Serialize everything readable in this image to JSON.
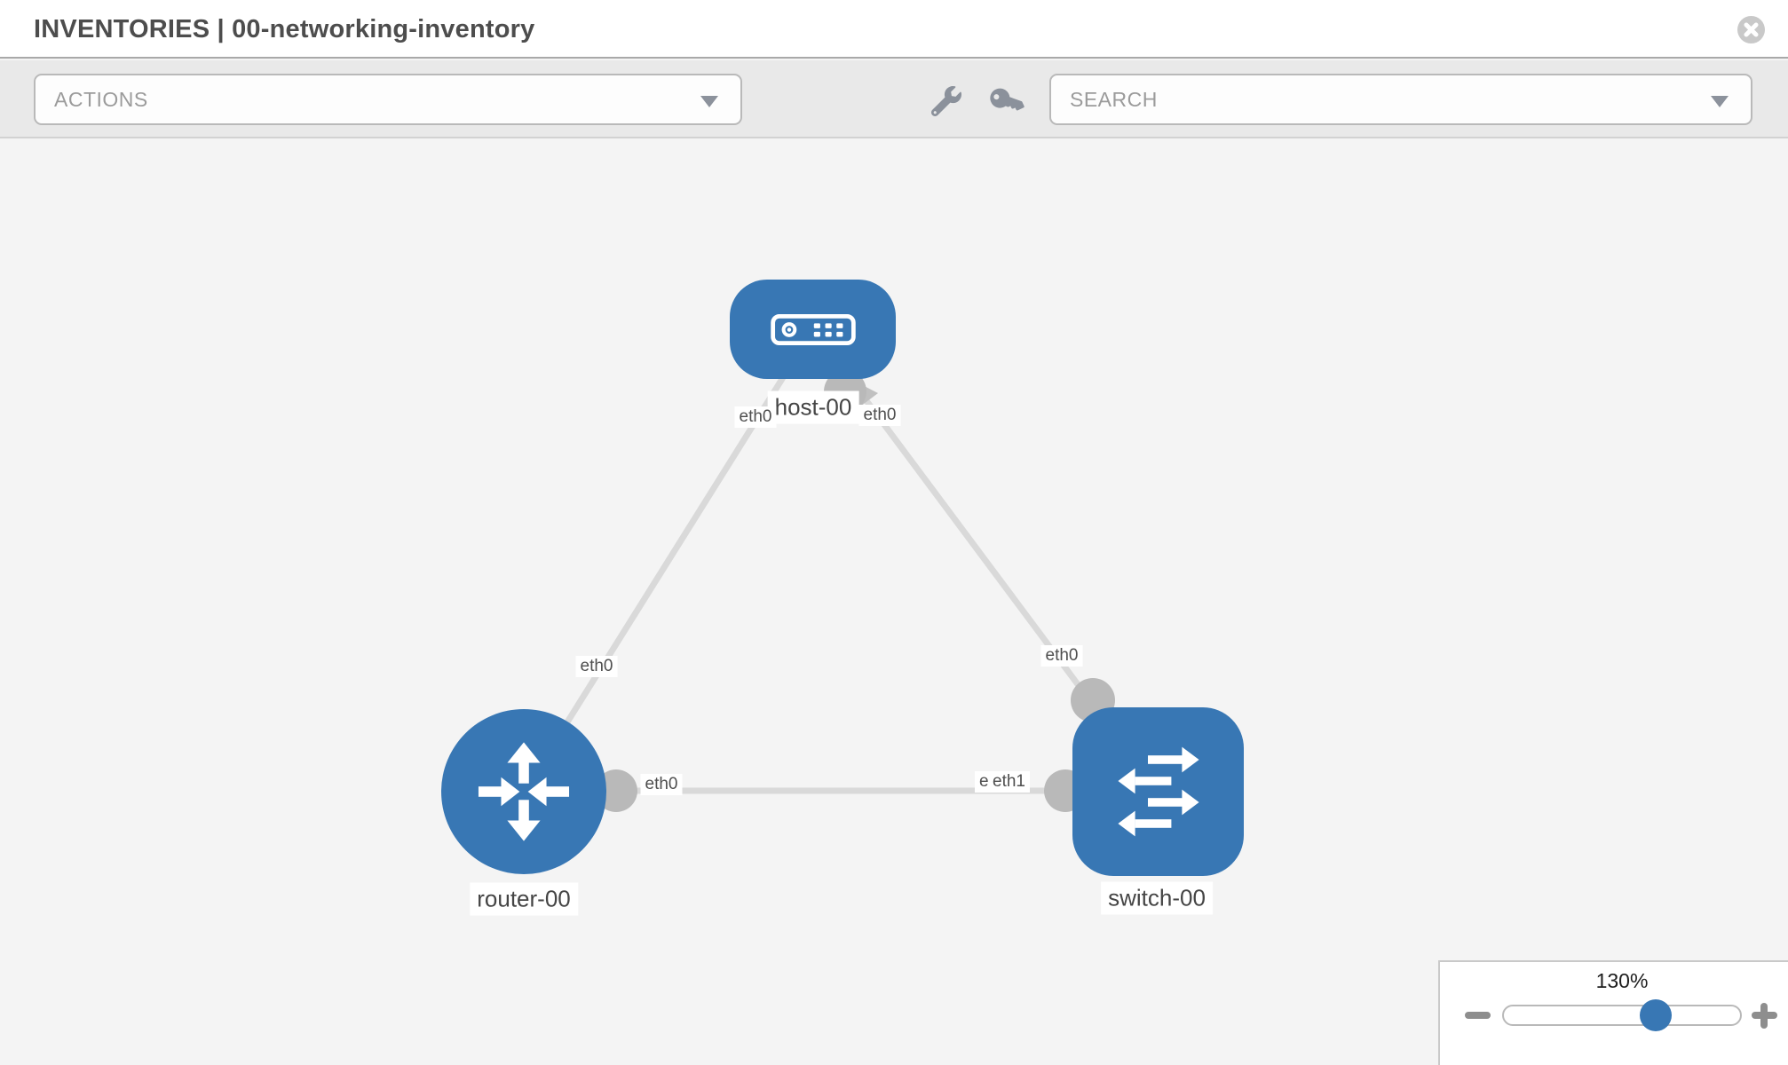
{
  "header": {
    "title": "INVENTORIES | 00-networking-inventory",
    "close_icon": "circle-x-icon"
  },
  "toolbar": {
    "actions_dropdown": {
      "value": "ACTIONS"
    },
    "search_dropdown": {
      "value": "SEARCH"
    },
    "tool_icons": [
      "wrench-icon",
      "key-icon"
    ]
  },
  "topology": {
    "nodes": [
      {
        "label": "host-00",
        "type": "host",
        "icon": "host-icon"
      },
      {
        "label": "router-00",
        "type": "router",
        "icon": "router-icon"
      },
      {
        "label": "switch-00",
        "type": "switch",
        "icon": "switch-icon"
      }
    ],
    "links": [
      {
        "from": "host-00",
        "to": "router-00",
        "from_if": "eth0",
        "to_if": "eth0"
      },
      {
        "from": "host-00",
        "to": "switch-00",
        "from_if": "eth0",
        "to_if": "eth0"
      },
      {
        "from": "router-00",
        "to": "switch-00",
        "from_if": "eth0",
        "to_if": "eth1",
        "overlapped_label": "eth0"
      }
    ]
  },
  "zoom_control": {
    "value": "130%",
    "minus_icon": "minus-icon",
    "plus_icon": "plus-icon"
  },
  "colors": {
    "node_blue": "#3877b4",
    "link_gray": "#d9d9d9",
    "connector_gray": "#b9b9b9",
    "toolbar_icon_gray": "#8b919b",
    "canvas_bg": "#f4f4f4"
  }
}
